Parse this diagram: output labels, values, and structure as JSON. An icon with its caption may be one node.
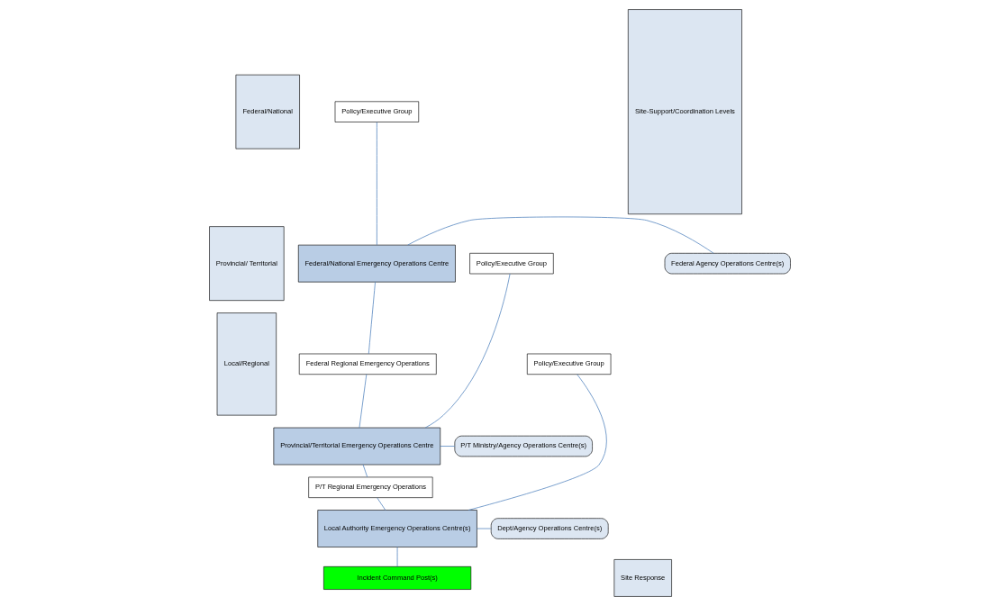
{
  "diagram": {
    "nodes": [
      {
        "text": [
          "Federal/National"
        ]
      },
      {
        "text": [
          "Provincial/ Territorial"
        ]
      },
      {
        "text": [
          "Local/Regional"
        ]
      },
      {
        "text": [
          "Site-Support/Coordination Levels"
        ]
      },
      {
        "text": [
          "Site Response"
        ]
      },
      {
        "text": [
          "Policy/Executive Group"
        ]
      },
      {
        "text": [
          "Federal/National Emergency Operations Centre"
        ]
      },
      {
        "text": [
          "Federal Agency Operations Centre(s)"
        ]
      },
      {
        "text": [
          "Federal Regional Emergency Operations"
        ]
      },
      {
        "text": [
          "Policy/Executive Group"
        ]
      },
      {
        "text": [
          "Provincial/Territorial Emergency Operations Centre"
        ]
      },
      {
        "text": [
          "P/T Ministry/Agency Operations Centre(s)"
        ]
      },
      {
        "text": [
          "P/T Regional Emergency Operations"
        ]
      },
      {
        "text": [
          "Policy/Executive Group"
        ]
      },
      {
        "text": [
          "Local Authority Emergency Operations Centre(s)"
        ]
      },
      {
        "text": [
          "Dept/Agency Operations Centre(s)"
        ]
      },
      {
        "text": [
          "Incident Command Post(s)"
        ]
      }
    ],
    "edges": [
      {
        "from": 5,
        "to": 6,
        "arrow": "none"
      },
      {
        "from": 6,
        "to": 7,
        "arrow": "none"
      },
      {
        "from": 6,
        "to": 8,
        "arrow": "none"
      },
      {
        "from": 8,
        "to": 10,
        "arrow": "none"
      },
      {
        "from": 9,
        "to": 10,
        "arrow": "none"
      },
      {
        "from": 10,
        "to": 11,
        "arrow": "none"
      },
      {
        "from": 10,
        "to": 12,
        "arrow": "none"
      },
      {
        "from": 12,
        "to": 14,
        "arrow": "none"
      },
      {
        "from": 13,
        "to": 14,
        "arrow": "none"
      },
      {
        "from": 14,
        "to": 15,
        "arrow": "none"
      },
      {
        "from": 14,
        "to": 16,
        "arrow": "none"
      }
    ]
  }
}
